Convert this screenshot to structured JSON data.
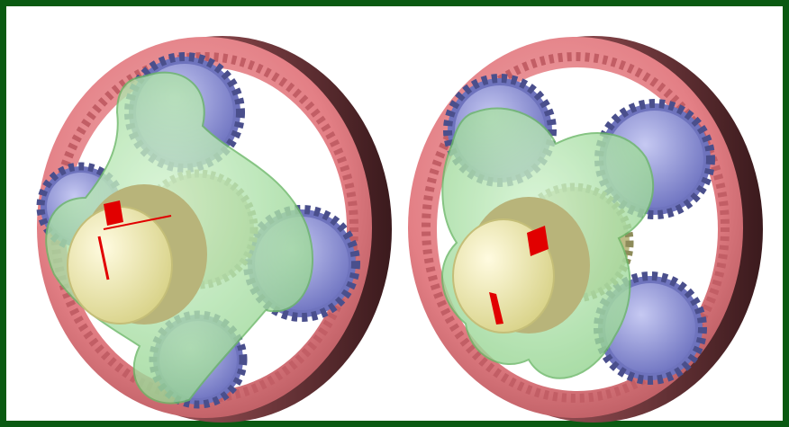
{
  "figure": {
    "panels": [
      {
        "id": "left",
        "view": "planetary-gear-set-position-1"
      },
      {
        "id": "right",
        "view": "planetary-gear-set-position-2"
      }
    ]
  },
  "colors": {
    "frame": "#0a5a12",
    "background": "#ffffff",
    "ring_gear": "#e9858a",
    "ring_gear_shadow": "#6b2e33",
    "planet_gears": "#8d92d8",
    "planet_gears_dark": "#4a4f8c",
    "sun_gear": "#d8d7a3",
    "carrier": "#a6e2a3",
    "shaft": "#f3efb4",
    "marker": "#e10000"
  }
}
